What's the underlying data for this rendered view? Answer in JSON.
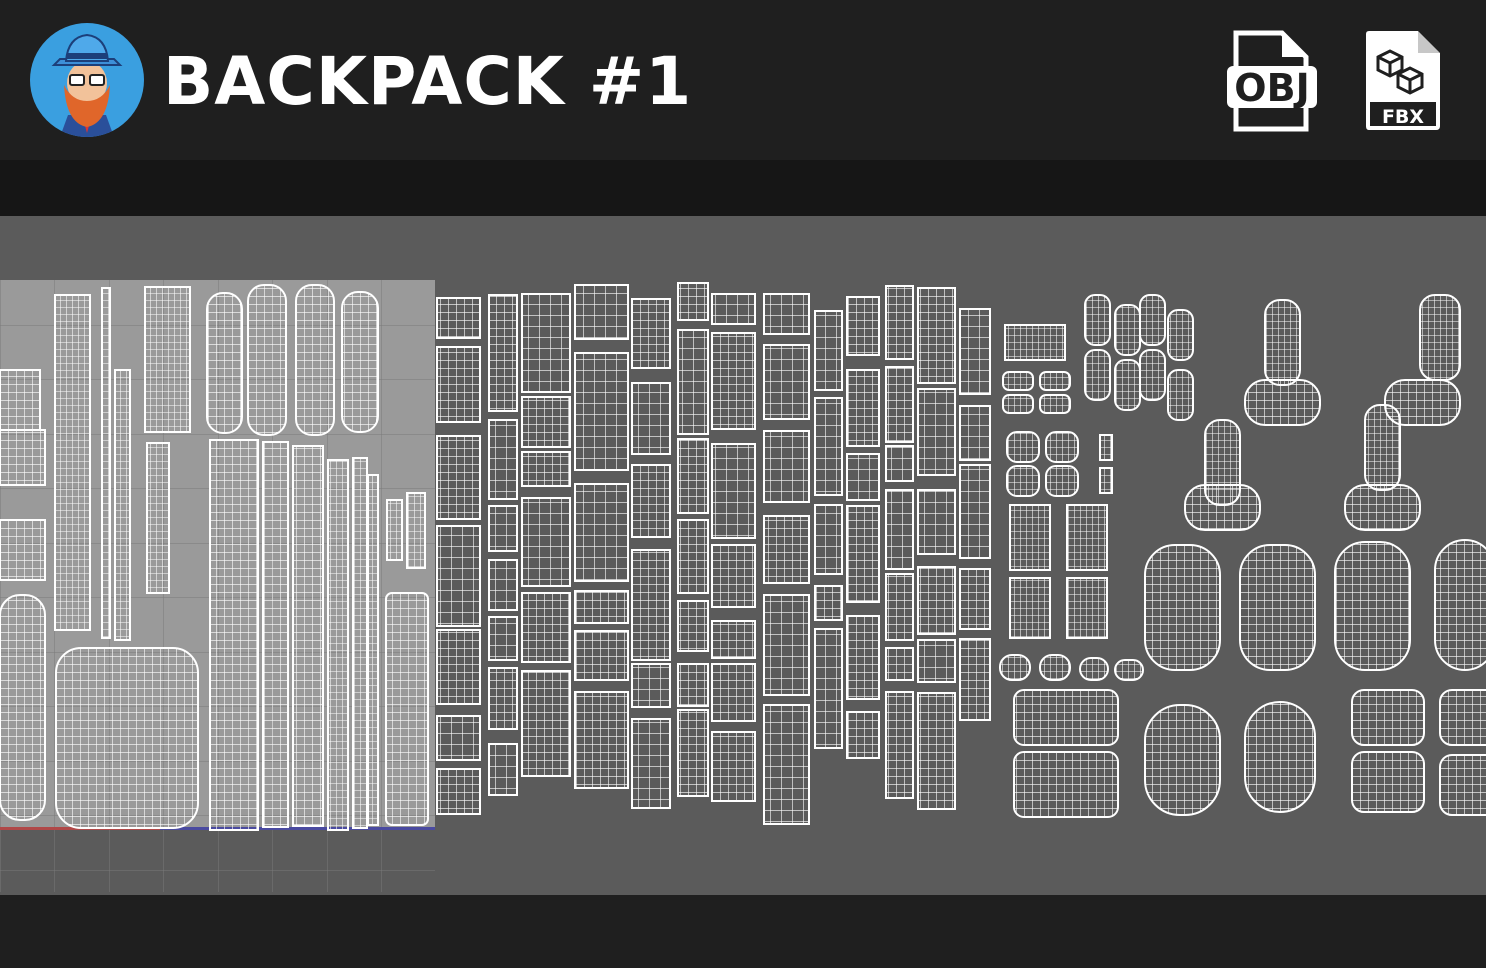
{
  "header": {
    "title": "BACKPACK #1",
    "logo": "bearded-man-in-hat-avatar",
    "formats": [
      {
        "label": "OBJ",
        "icon": "obj-file-icon"
      },
      {
        "label": "FBX",
        "icon": "fbx-file-icon"
      }
    ]
  },
  "viewer": {
    "content": "uv-layout-wireframe",
    "colors": {
      "background": "#5b5b5b",
      "tile": "#9a9a9a",
      "wire": "#ffffff",
      "accent_u": "#b04848",
      "accent_v": "#4a4aa0"
    }
  }
}
